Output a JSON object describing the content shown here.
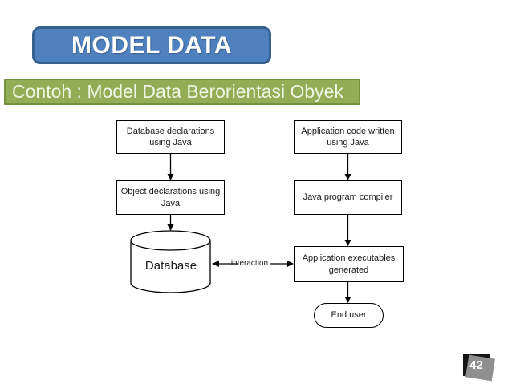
{
  "slide": {
    "title": "MODEL DATA",
    "subtitle": "Contoh : Model Data Berorientasi Obyek",
    "page_number": "42"
  },
  "colors": {
    "title_fill": "#4E81BD",
    "title_border": "#36618F",
    "subtitle_fill": "#94AC55",
    "subtitle_border": "#75923C",
    "node_fill": "#FFFFFF",
    "node_border": "#000000",
    "page_box_fill": "#141414",
    "page_box_shadow": "#8F8F8F"
  },
  "diagram": {
    "type": "flowchart",
    "nodes": [
      {
        "id": "db-declarations",
        "shape": "rect",
        "label": "Database declarations using Java"
      },
      {
        "id": "obj-declarations",
        "shape": "rect",
        "label": "Object declarations using Java"
      },
      {
        "id": "database",
        "shape": "cylinder",
        "label": "Database"
      },
      {
        "id": "app-code",
        "shape": "rect",
        "label": "Application code written using Java"
      },
      {
        "id": "compiler",
        "shape": "rect",
        "label": "Java program compiler"
      },
      {
        "id": "executables",
        "shape": "rect",
        "label": "Application executables generated"
      },
      {
        "id": "end-user",
        "shape": "stadium",
        "label": "End user"
      }
    ],
    "edges": [
      {
        "from": "db-declarations",
        "to": "obj-declarations",
        "label": ""
      },
      {
        "from": "obj-declarations",
        "to": "database",
        "label": ""
      },
      {
        "from": "app-code",
        "to": "compiler",
        "label": ""
      },
      {
        "from": "compiler",
        "to": "executables",
        "label": ""
      },
      {
        "from": "executables",
        "to": "end-user",
        "label": ""
      },
      {
        "from": "database",
        "to": "executables",
        "label": "interaction",
        "bidirectional": true
      }
    ],
    "interaction_label": "interaction"
  }
}
